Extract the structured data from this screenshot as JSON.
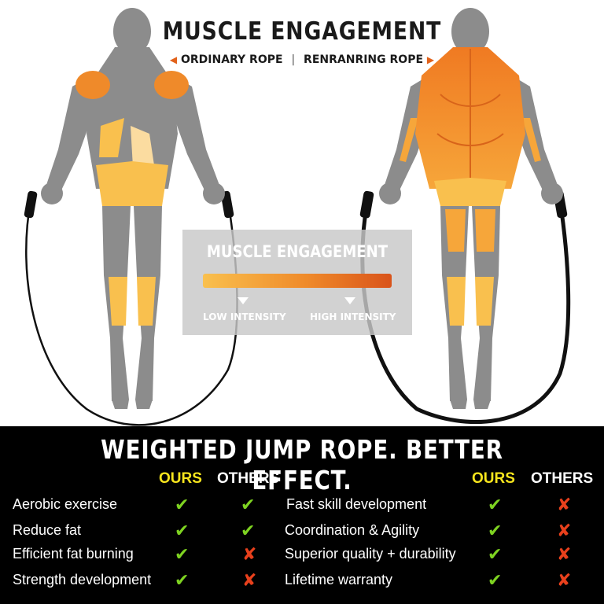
{
  "header": {
    "title": "MUSCLE ENGAGEMENT",
    "left_label": "ORDINARY ROPE",
    "separator": "|",
    "right_label": "RENRANRING ROPE"
  },
  "legend": {
    "title": "MUSCLE ENGAGEMENT",
    "low_label": "LOW INTENSITY",
    "high_label": "HIGH INTENSITY",
    "gradient_colors": [
      "#f9c04e",
      "#ef8a2a",
      "#d9531a"
    ]
  },
  "comparison": {
    "title": "WEIGHTED JUMP ROPE. BETTER EFFECT.",
    "ours_label": "OURS",
    "others_label": "OTHERS",
    "left_rows": [
      {
        "label": "Aerobic exercise",
        "ours": "✔",
        "others": "✔"
      },
      {
        "label": "Reduce fat",
        "ours": "✔",
        "others": "✔"
      },
      {
        "label": "Efficient fat burning",
        "ours": "✔",
        "others": "✘"
      },
      {
        "label": "Strength development",
        "ours": "✔",
        "others": "✘"
      }
    ],
    "right_rows": [
      {
        "label": "Fast skill development",
        "ours": "✔",
        "others": "✘"
      },
      {
        "label": "Coordination & Agility",
        "ours": "✔",
        "others": "✘"
      },
      {
        "label": "Superior quality + durability",
        "ours": "✔",
        "others": "✘"
      },
      {
        "label": "Lifetime warranty",
        "ours": "✔",
        "others": "✘"
      }
    ]
  },
  "colors": {
    "muscle_gray": "#8c8c8c",
    "muscle_orange": "#ef8a2a",
    "muscle_yellow": "#f9c04e",
    "check_green": "#7ed321",
    "cross_red": "#e8401c",
    "ours_yellow": "#f7e51d"
  }
}
